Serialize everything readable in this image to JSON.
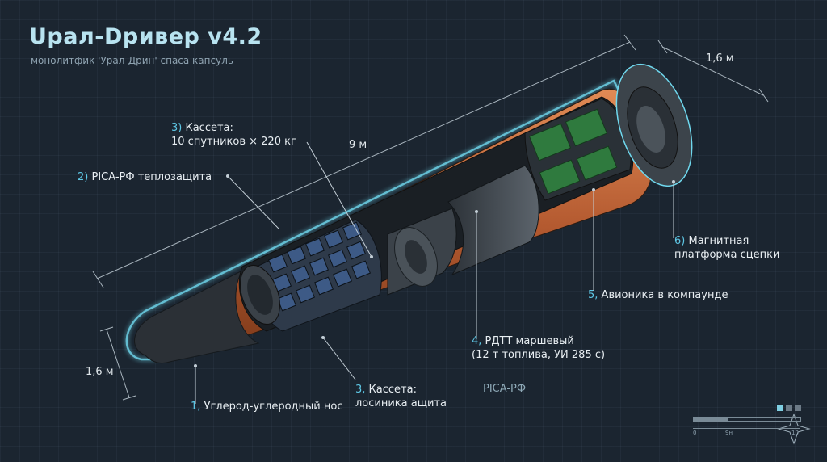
{
  "header": {
    "title": "Uрал-Dривер v4.2",
    "subtitle": "монолитфик 'Урал-Дрин' спаса капсуль"
  },
  "dimensions": {
    "length": "9 м",
    "top_diameter": "1,6 м",
    "left_diameter": "1,6 м"
  },
  "callouts": {
    "c1": {
      "num": "1,",
      "text": "Углерод-углеродный нос"
    },
    "c2": {
      "num": "2)",
      "text": "PICA-РФ теплозащита"
    },
    "c3": {
      "num": "3)",
      "line1": "Кассета:",
      "line2": "10 спутников × 220 кг"
    },
    "c3b": {
      "num": "3,",
      "line1": "Кассета:",
      "line2": "лосиника ащита"
    },
    "c4": {
      "num": "4,",
      "line1": "РДТТ маршевый",
      "line2": "(12 т топлива, УИ 285 с)"
    },
    "c5": {
      "num": "5,",
      "text": "Авионика в компаунде"
    },
    "c6": {
      "num": "6)",
      "line1": "Магнитная",
      "line2": "платформа сцепки"
    }
  },
  "extra_label": "PICA-РФ",
  "scale_bar": {
    "zero": "0",
    "mid": "9н",
    "end": "10"
  },
  "colors": {
    "background": "#1b2530",
    "accent": "#5ec8e6",
    "copper": "#c0673a",
    "outline_glow": "#6fd8ee"
  }
}
